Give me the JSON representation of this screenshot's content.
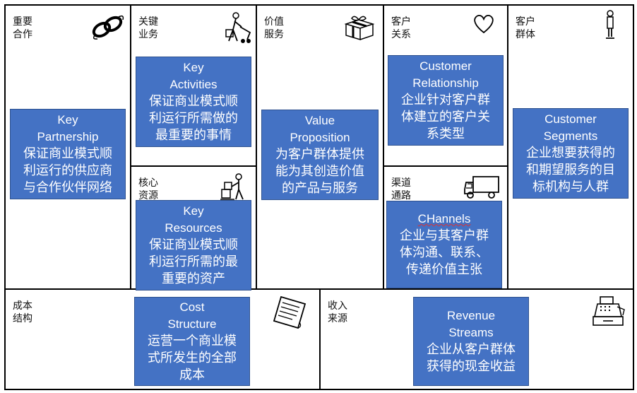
{
  "cells": {
    "key_partners": {
      "label": "重要\n合作"
    },
    "key_activities": {
      "label": "关键\n业务"
    },
    "value_proposition": {
      "label": "价值\n服务"
    },
    "customer_rel": {
      "label": "客户\n关系"
    },
    "customer_segments": {
      "label": "客户\n群体"
    },
    "key_resources": {
      "label": "核心\n资源"
    },
    "channels": {
      "label": "渠道\n通路"
    },
    "cost_structure": {
      "label": "成本\n结构"
    },
    "revenue_streams": {
      "label": "收入\n来源"
    }
  },
  "blocks": {
    "key_partners": {
      "en": "Key\nPartnership",
      "zh": "保证商业模式顺\n利运行的供应商\n与合作伙伴网络"
    },
    "key_activities": {
      "en": "Key\nActivities",
      "zh": "保证商业模式顺\n利运行所需做的\n最重要的事情"
    },
    "value_proposition": {
      "en": "Value\nProposition",
      "zh": "为客户群体提供\n能为其创造价值\n的产品与服务"
    },
    "customer_rel": {
      "en": "Customer\nRelationship",
      "zh": "企业针对客户群\n体建立的客户关\n系类型"
    },
    "customer_segments": {
      "en": "Customer\nSegments",
      "zh": "企业想要获得的\n和期望服务的目\n标机构与人群"
    },
    "key_resources": {
      "en": "Key\nResources",
      "zh": "保证商业模式顺\n利运行所需的最\n重要的资产"
    },
    "channels": {
      "en": "CHannels",
      "zh": "企业与其客户群\n体沟通、联系、\n传递价值主张"
    },
    "cost_structure": {
      "en": "Cost\nStructure",
      "zh": "运营一个商业模\n式所发生的全部\n成本"
    },
    "revenue_streams": {
      "en": "Revenue\nStreams",
      "zh": "企业从客户群体\n获得的现金收益"
    }
  },
  "icons": {
    "key_partners": "chain-links-icon",
    "key_activities": "worker-with-cart-icon",
    "value_proposition": "gift-box-icon",
    "customer_rel": "heart-icon",
    "customer_segments": "person-standing-icon",
    "key_resources": "worker-with-boxes-icon",
    "channels": "delivery-truck-icon",
    "cost_structure": "receipt-icon",
    "revenue_streams": "cash-register-icon"
  },
  "colors": {
    "block_fill": "#4472c4",
    "block_border": "#2f528f",
    "grid_line": "#000000"
  }
}
